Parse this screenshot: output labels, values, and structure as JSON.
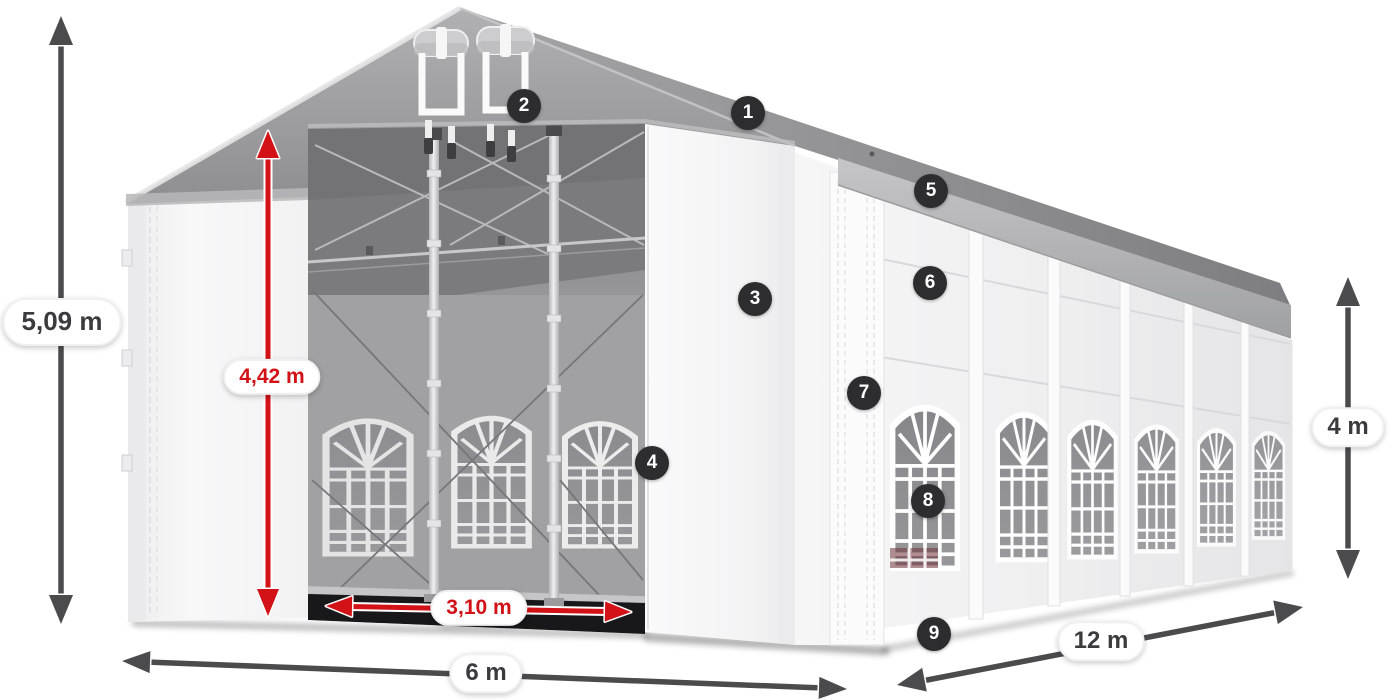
{
  "diagram": {
    "measurements": {
      "total_height": "5,09 m",
      "inner_height": "4,42 m",
      "entrance_width": "3,10 m",
      "front_width": "6 m",
      "side_length": "12 m",
      "side_wall_height": "4 m"
    },
    "callouts": [
      {
        "label": "1"
      },
      {
        "label": "2"
      },
      {
        "label": "3"
      },
      {
        "label": "4"
      },
      {
        "label": "5"
      },
      {
        "label": "6"
      },
      {
        "label": "7"
      },
      {
        "label": "8"
      },
      {
        "label": "9"
      }
    ],
    "colors": {
      "dimension_red": "#d21217",
      "dimension_gray": "#4b4b4d",
      "badge_background": "#2d2d2f",
      "badge_text": "#ffffff",
      "roof_gray": "#9a9a9c",
      "eave_trim_gray": "#b2b2b4",
      "wall_white": "#f5f5f6",
      "label_background": "#ffffff",
      "label_text_dark": "#3b3b3d"
    }
  }
}
